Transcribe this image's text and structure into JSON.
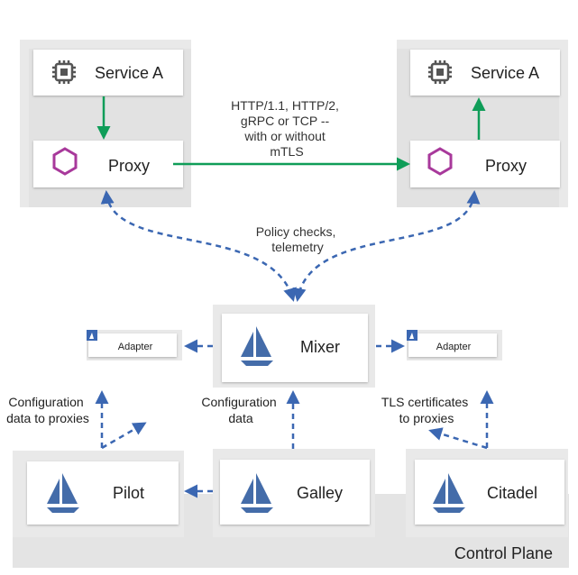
{
  "pods": {
    "left": {
      "service_label": "Service A",
      "proxy_label": "Proxy"
    },
    "right": {
      "service_label": "Service A",
      "proxy_label": "Proxy"
    }
  },
  "traffic_label_lines": [
    "HTTP/1.1, HTTP/2,",
    "gRPC or TCP --",
    "with or without",
    "mTLS"
  ],
  "policy_label_lines": [
    "Policy checks,",
    "telemetry"
  ],
  "mixer": {
    "label": "Mixer"
  },
  "adapters": [
    {
      "label": "Adapter"
    },
    {
      "label": "Adapter"
    }
  ],
  "pilot": {
    "label": "Pilot",
    "note_lines": [
      "Configuration",
      "data to proxies"
    ]
  },
  "galley": {
    "label": "Galley",
    "note_lines": [
      "Configuration",
      "data"
    ]
  },
  "citadel": {
    "label": "Citadel",
    "note_lines": [
      "TLS certificates",
      "to proxies"
    ]
  },
  "control_plane_label": "Control Plane",
  "colors": {
    "green_arrow": "#0f9d58",
    "dashed_arrow": "#3b67b2",
    "proxy_hex": "#a8399b",
    "istio_sail": "#446ca9",
    "chip_icon": "#555555",
    "panel": "#e8e8e8",
    "card": "#ffffff",
    "text": "#222222"
  }
}
